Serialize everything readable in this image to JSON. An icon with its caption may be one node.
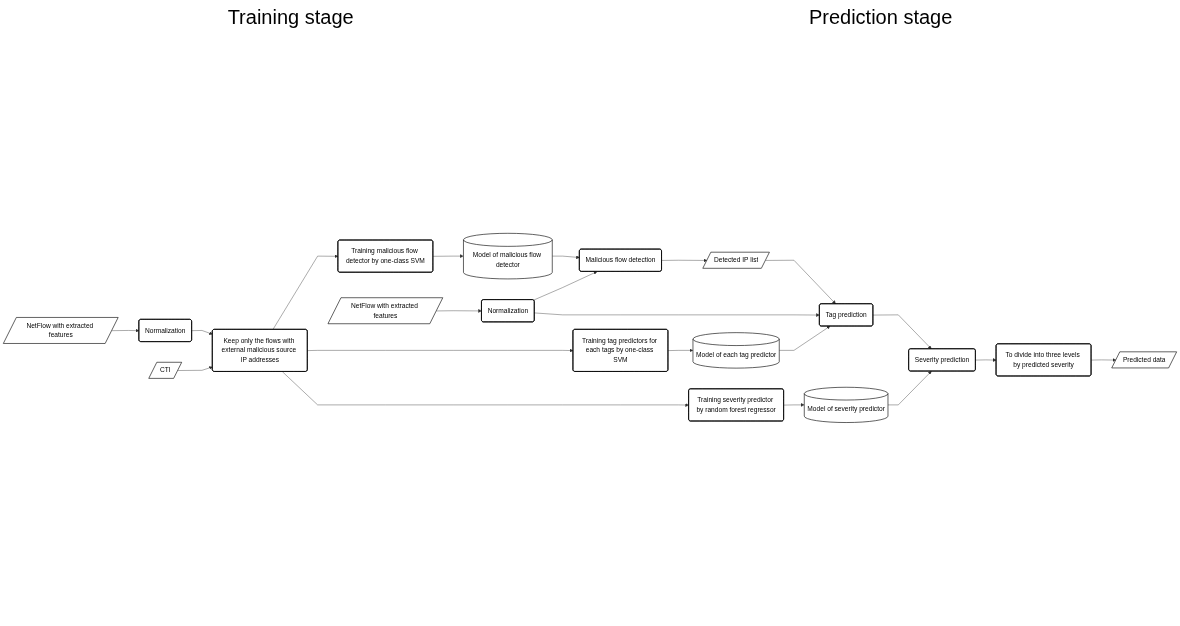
{
  "diagram": {
    "nodes": [
      {
        "text": [
          "NetFlow with extracted features"
        ]
      },
      {
        "text": [
          "Normalization"
        ]
      },
      {
        "text": [
          "CTI"
        ]
      },
      {
        "text": [
          "Keep only the flows with external malicious source IP addresses"
        ]
      },
      {
        "text": [
          "Training malicious flow detector by one-class SVM"
        ]
      },
      {
        "text": [
          "Training tag predictors for each tags by one-class SVM"
        ]
      },
      {
        "text": [
          "Training severity predictor by random forest regressor"
        ]
      },
      {
        "text": [
          "Model of malicious flow detector"
        ]
      },
      {
        "text": [
          "Model of each tag predictor"
        ]
      },
      {
        "text": [
          "Model of severity predictor"
        ]
      },
      {
        "text": [
          "NetFlow with extracted features"
        ]
      },
      {
        "text": [
          "Normalization"
        ]
      },
      {
        "text": [
          "Malicious flow detection"
        ]
      },
      {
        "text": [
          "Detected IP list"
        ]
      },
      {
        "text": [
          "Tag prediction"
        ]
      },
      {
        "text": [
          "Severity prediction"
        ]
      },
      {
        "text": [
          "To divide into three levels by predicted severity"
        ]
      },
      {
        "text": [
          "Predicted data"
        ]
      }
    ],
    "edges": [
      {
        "from": 0,
        "to": 1,
        "arrow": "to"
      },
      {
        "from": 1,
        "to": 3,
        "arrow": "to"
      },
      {
        "from": 2,
        "to": 3,
        "arrow": "to"
      },
      {
        "from": 3,
        "to": 4,
        "arrow": "to"
      },
      {
        "from": 3,
        "to": 5,
        "arrow": "to"
      },
      {
        "from": 3,
        "to": 6,
        "arrow": "to"
      },
      {
        "from": 4,
        "to": 7,
        "arrow": "to"
      },
      {
        "from": 5,
        "to": 8,
        "arrow": "to"
      },
      {
        "from": 6,
        "to": 9,
        "arrow": "to"
      },
      {
        "from": 7,
        "to": 12,
        "arrow": "to"
      },
      {
        "from": 8,
        "to": 14,
        "arrow": "to"
      },
      {
        "from": 9,
        "to": 15,
        "arrow": "to"
      },
      {
        "from": 10,
        "to": 11,
        "arrow": "to"
      },
      {
        "from": 11,
        "to": 12,
        "arrow": "to"
      },
      {
        "from": 12,
        "to": 13,
        "arrow": "to"
      },
      {
        "from": 11,
        "to": 14,
        "arrow": "to"
      },
      {
        "from": 13,
        "to": 14,
        "arrow": "to"
      },
      {
        "from": 14,
        "to": 15,
        "arrow": "to"
      },
      {
        "from": 15,
        "to": 16,
        "arrow": "to"
      },
      {
        "from": 16,
        "to": 17,
        "arrow": "to"
      }
    ],
    "labels": [
      "Training stage",
      "Prediction stage"
    ]
  }
}
